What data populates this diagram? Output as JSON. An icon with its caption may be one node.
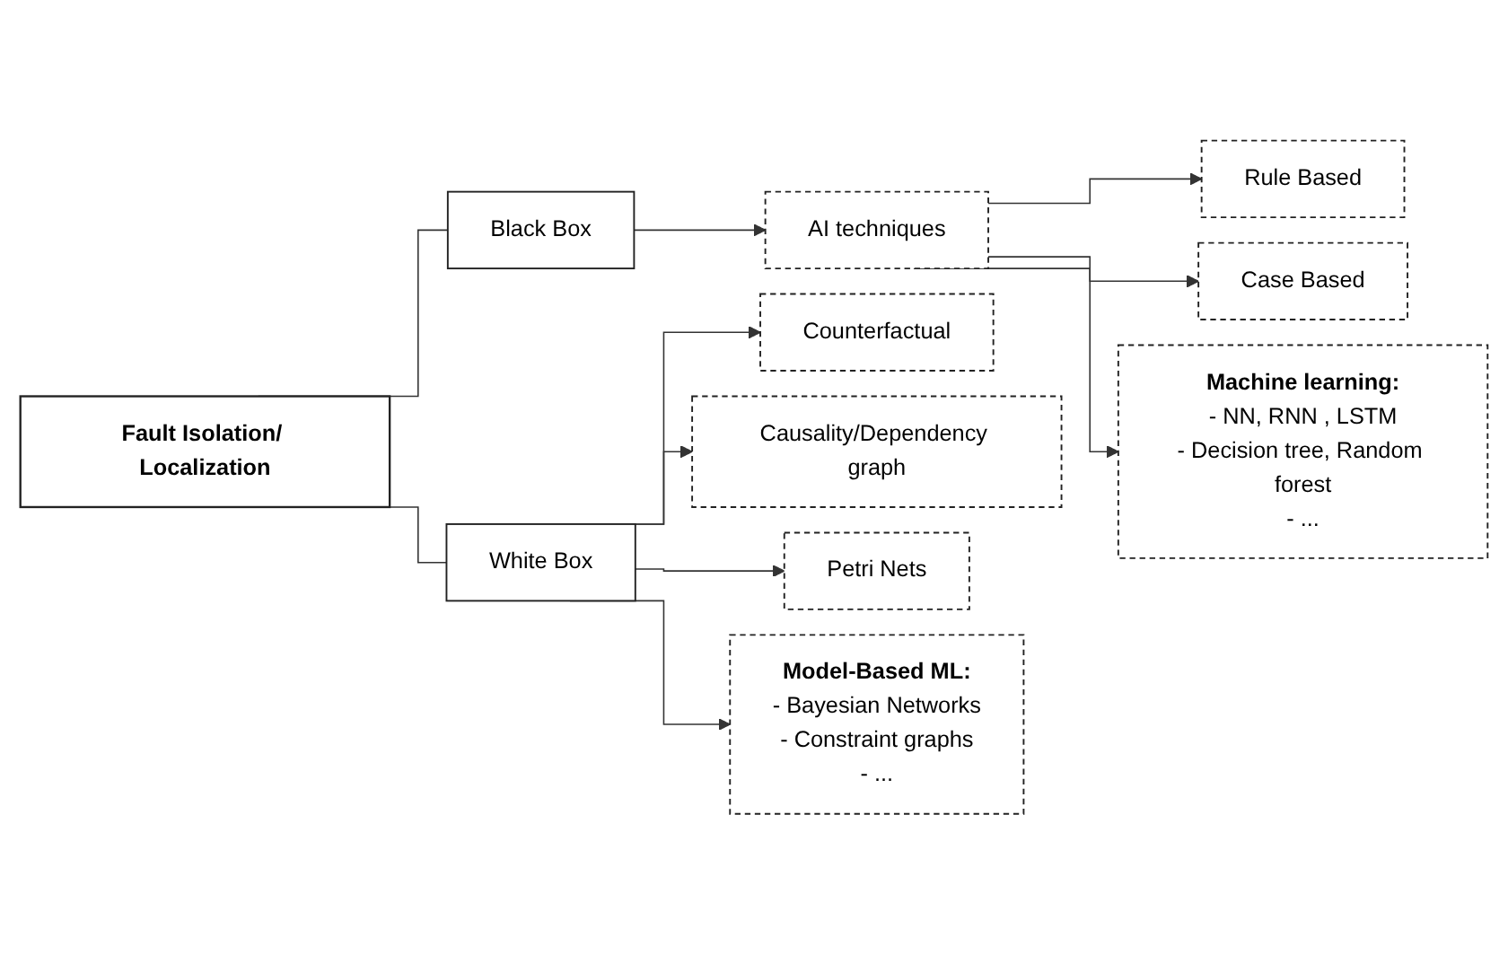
{
  "diagram": {
    "nodes": [
      {
        "text": [
          "Fault Isolation/ Localization"
        ]
      },
      {
        "text": [
          "Black Box"
        ]
      },
      {
        "text": [
          "White Box"
        ]
      },
      {
        "text": [
          "AI techniques"
        ]
      },
      {
        "text": [
          "Rule Based"
        ]
      },
      {
        "text": [
          "Case Based"
        ]
      },
      {
        "text": [
          "Machine learning:",
          "- NN, RNN , LSTM",
          "- Decision tree, Random forest",
          "- ..."
        ]
      },
      {
        "text": [
          "Counterfactual"
        ]
      },
      {
        "text": [
          "Causality/Dependency graph"
        ]
      },
      {
        "text": [
          "Petri Nets"
        ]
      },
      {
        "text": [
          "Model-Based ML:",
          "- Bayesian Networks",
          "- Constraint graphs",
          "- ..."
        ]
      }
    ],
    "edges": [
      {
        "from": 0,
        "to": 1,
        "arrow": "none"
      },
      {
        "from": 0,
        "to": 2,
        "arrow": "none"
      },
      {
        "from": 1,
        "to": 3,
        "arrow": "to"
      },
      {
        "from": 3,
        "to": 4,
        "arrow": "to"
      },
      {
        "from": 3,
        "to": 5,
        "arrow": "to"
      },
      {
        "from": 3,
        "to": 6,
        "arrow": "to"
      },
      {
        "from": 2,
        "to": 7,
        "arrow": "to"
      },
      {
        "from": 2,
        "to": 8,
        "arrow": "to"
      },
      {
        "from": 2,
        "to": 9,
        "arrow": "to"
      },
      {
        "from": 2,
        "to": 10,
        "arrow": "to"
      }
    ]
  }
}
